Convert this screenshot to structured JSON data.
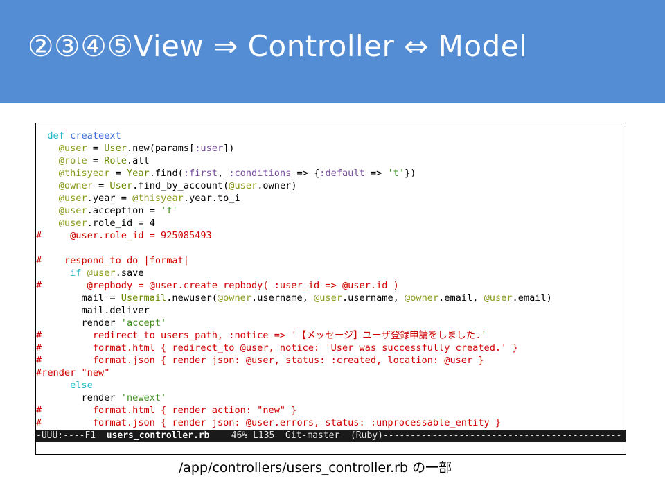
{
  "slide": {
    "title": "②③④⑤View ⇒ Controller ⇔ Model",
    "caption": "/app/controllers/users_controller.rb の一部"
  },
  "colors": {
    "title_bar": "#548dd4",
    "keyword": "#1fb9c9",
    "method_name": "#3b6bd4",
    "instance_variable": "#8a9a1a",
    "constant": "#6a8a00",
    "symbol": "#7a4fa0",
    "string": "#3e8f1c",
    "comment": "#d00000",
    "modeline_bg": "#1a1a1a"
  },
  "editor": {
    "lines": [
      [
        [
          "kw",
          "  def "
        ],
        [
          "fn",
          "createext"
        ]
      ],
      [
        [
          "ivar",
          "    @user"
        ],
        [
          "plain",
          " = "
        ],
        [
          "const",
          "User"
        ],
        [
          "plain",
          ".new(params["
        ],
        [
          "sym",
          ":user"
        ],
        [
          "plain",
          "])"
        ]
      ],
      [
        [
          "ivar",
          "    @role"
        ],
        [
          "plain",
          " = "
        ],
        [
          "const",
          "Role"
        ],
        [
          "plain",
          ".all"
        ]
      ],
      [
        [
          "ivar",
          "    @thisyear"
        ],
        [
          "plain",
          " = "
        ],
        [
          "const",
          "Year"
        ],
        [
          "plain",
          ".find("
        ],
        [
          "sym",
          ":first"
        ],
        [
          "plain",
          ", "
        ],
        [
          "sym",
          ":conditions"
        ],
        [
          "plain",
          " => {"
        ],
        [
          "sym",
          ":default"
        ],
        [
          "plain",
          " => "
        ],
        [
          "str",
          "'t'"
        ],
        [
          "plain",
          "})"
        ]
      ],
      [
        [
          "ivar",
          "    @owner"
        ],
        [
          "plain",
          " = "
        ],
        [
          "const",
          "User"
        ],
        [
          "plain",
          ".find_by_account("
        ],
        [
          "ivar",
          "@user"
        ],
        [
          "plain",
          ".owner)"
        ]
      ],
      [
        [
          "ivar",
          "    @user"
        ],
        [
          "plain",
          ".year = "
        ],
        [
          "ivar",
          "@thisyear"
        ],
        [
          "plain",
          ".year.to_i"
        ]
      ],
      [
        [
          "ivar",
          "    @user"
        ],
        [
          "plain",
          ".acception = "
        ],
        [
          "str",
          "'f'"
        ]
      ],
      [
        [
          "ivar",
          "    @user"
        ],
        [
          "plain",
          ".role_id = 4"
        ]
      ],
      [
        [
          "comment",
          "#     @user.role_id = 925085493"
        ]
      ],
      [
        [
          "plain",
          ""
        ]
      ],
      [
        [
          "comment",
          "#    respond_to do |format|"
        ]
      ],
      [
        [
          "kw",
          "      if "
        ],
        [
          "ivar",
          "@user"
        ],
        [
          "plain",
          ".save"
        ]
      ],
      [
        [
          "comment",
          "#        @repbody = @user.create_repbody( :user_id => @user.id )"
        ]
      ],
      [
        [
          "plain",
          "        mail = "
        ],
        [
          "const",
          "Usermail"
        ],
        [
          "plain",
          ".newuser("
        ],
        [
          "ivar",
          "@owner"
        ],
        [
          "plain",
          ".username, "
        ],
        [
          "ivar",
          "@user"
        ],
        [
          "plain",
          ".username, "
        ],
        [
          "ivar",
          "@owner"
        ],
        [
          "plain",
          ".email, "
        ],
        [
          "ivar",
          "@user"
        ],
        [
          "plain",
          ".email)"
        ]
      ],
      [
        [
          "plain",
          "        mail.deliver"
        ]
      ],
      [
        [
          "plain",
          "        render "
        ],
        [
          "str",
          "'accept'"
        ]
      ],
      [
        [
          "comment",
          "#         redirect_to users_path, :notice => '【メッセージ】ユーザ登録申請をしました.'"
        ]
      ],
      [
        [
          "comment",
          "#         format.html { redirect_to @user, notice: 'User was successfully created.' }"
        ]
      ],
      [
        [
          "comment",
          "#         format.json { render json: @user, status: :created, location: @user }"
        ]
      ],
      [
        [
          "comment",
          "#render \"new\""
        ]
      ],
      [
        [
          "kw",
          "      else"
        ]
      ],
      [
        [
          "plain",
          "        render "
        ],
        [
          "str",
          "'newext'"
        ]
      ],
      [
        [
          "comment",
          "#         format.html { render action: \"new\" }"
        ]
      ],
      [
        [
          "comment",
          "#         format.json { render json: @user.errors, status: :unprocessable_entity }"
        ]
      ]
    ],
    "modeline": {
      "left": "-UUU:----F1  ",
      "buffer_name": "users_controller.rb",
      "position": "    46% L135  ",
      "git": "Git-master  ",
      "mode": "(Ruby)",
      "fill": "--------------------------------------------"
    }
  }
}
